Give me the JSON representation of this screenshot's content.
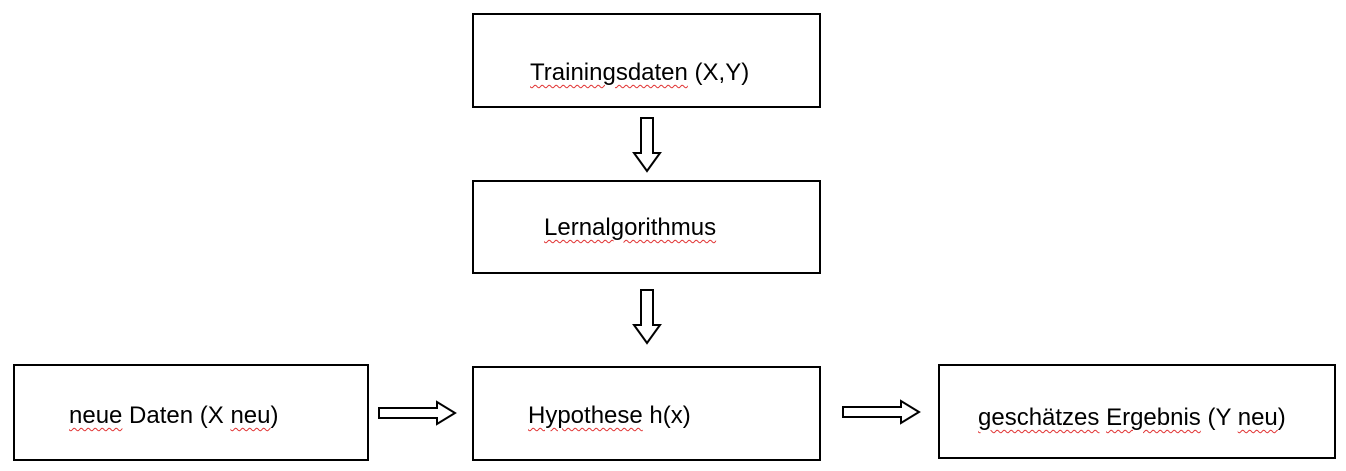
{
  "diagram": {
    "training_data": {
      "label_word": "Trainingsdaten",
      "label_rest": " (X,Y)"
    },
    "learning_algorithm": {
      "label": "Lernalgorithmus"
    },
    "new_data": {
      "label_word1": "neue",
      "label_mid": " Daten (X ",
      "label_word2": "neu",
      "label_end": ")"
    },
    "hypothesis": {
      "label_word": "Hypothese",
      "label_rest": " h(x)"
    },
    "estimated_result": {
      "label_word1": "geschätzes",
      "label_space": " ",
      "label_word2": "Ergebnis",
      "label_mid": " (Y ",
      "label_word3": "neu",
      "label_end": ")"
    },
    "colors": {
      "stroke": "#000000",
      "spellcheck_underline": "#e03030"
    }
  }
}
